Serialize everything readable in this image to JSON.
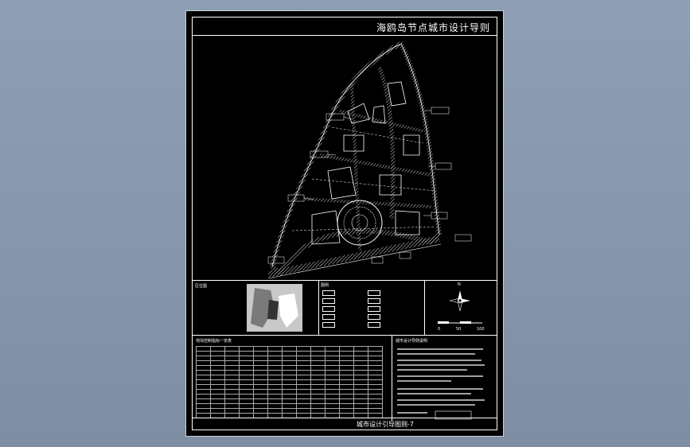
{
  "title": "海鸥岛节点城市设计导则",
  "footer_title": "城市设计引导图则-7",
  "location_label": "区位图",
  "legend_title": "图例",
  "table_title": "地块控制指标一览表",
  "notes_title": "城市设计导则说明",
  "north_label": "N",
  "scale_labels": [
    "0",
    "50",
    "100"
  ],
  "colors": {
    "background": "#8f9fb4",
    "sheet": "#000000",
    "lines": "#ffffff",
    "road_hatch": "#d9d9d9"
  }
}
